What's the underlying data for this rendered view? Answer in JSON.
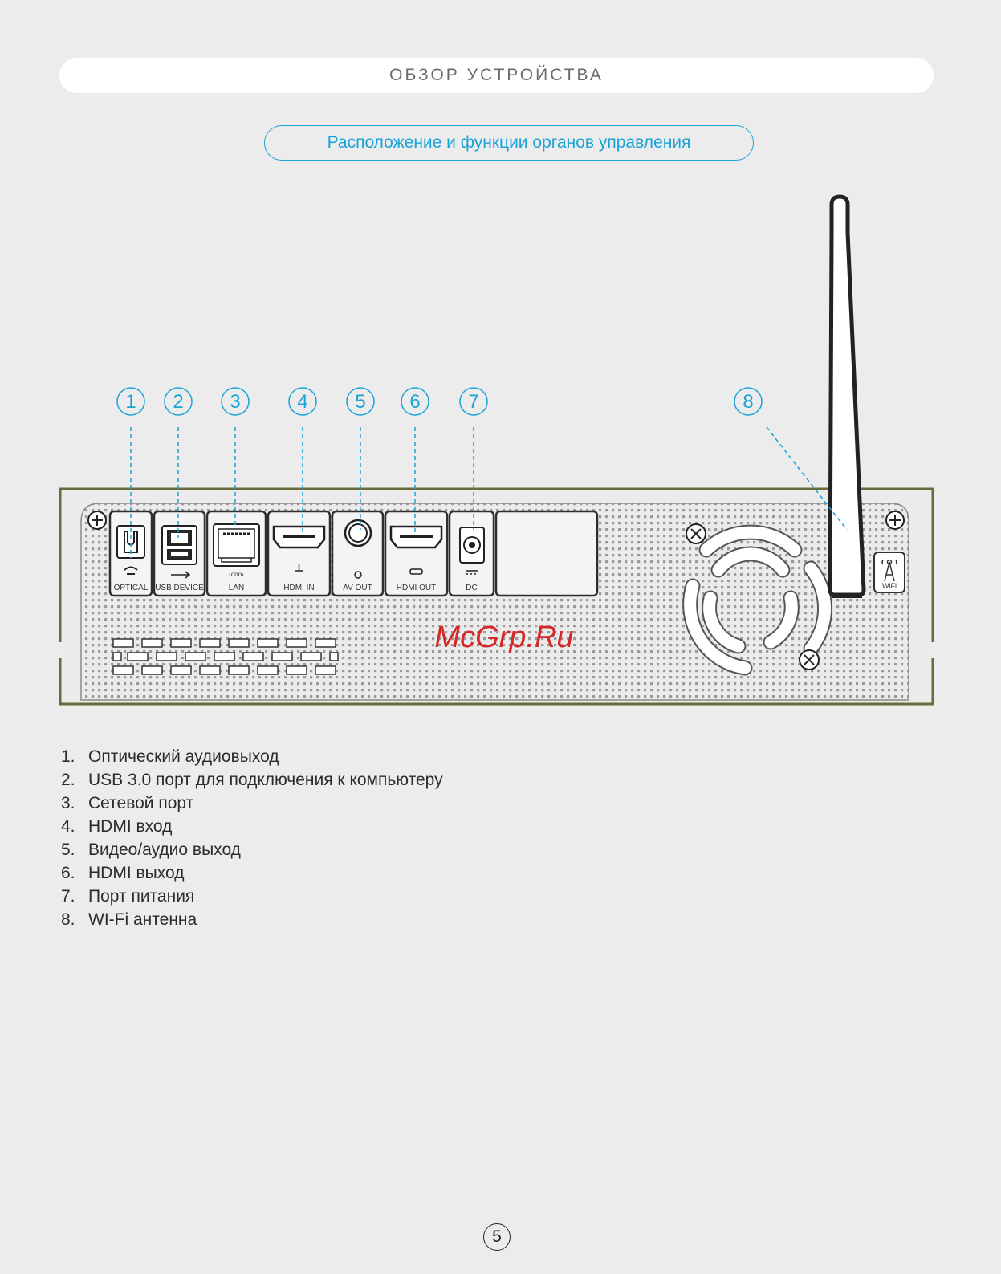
{
  "header": {
    "title": "ОБЗОР УСТРОЙСТВА"
  },
  "section": {
    "title": "Расположение и функции органов управления"
  },
  "callouts": [
    "1",
    "2",
    "3",
    "4",
    "5",
    "6",
    "7",
    "8"
  ],
  "ports": [
    "OPTICAL",
    "USB DEVICE",
    "LAN",
    "HDMI IN",
    "AV OUT",
    "HDMI OUT",
    "DC"
  ],
  "wifi_label": "WiFi",
  "watermark": "McGrp.Ru",
  "items": [
    {
      "num": "1.",
      "text": "Оптический аудиовыход"
    },
    {
      "num": "2.",
      "text": "USB 3.0 порт для подключения к компьютеру"
    },
    {
      "num": "3.",
      "text": "Сетевой порт"
    },
    {
      "num": "4.",
      "text": "HDMI вход"
    },
    {
      "num": "5.",
      "text": "Видео/аудио выход"
    },
    {
      "num": "6.",
      "text": "HDMI выход"
    },
    {
      "num": "7.",
      "text": "Порт питания"
    },
    {
      "num": "8.",
      "text": "WI-Fi антенна"
    }
  ],
  "page_number": "5",
  "colors": {
    "accent": "#1aa3d9",
    "frame": "#6b6a3c",
    "watermark": "#d62828"
  }
}
